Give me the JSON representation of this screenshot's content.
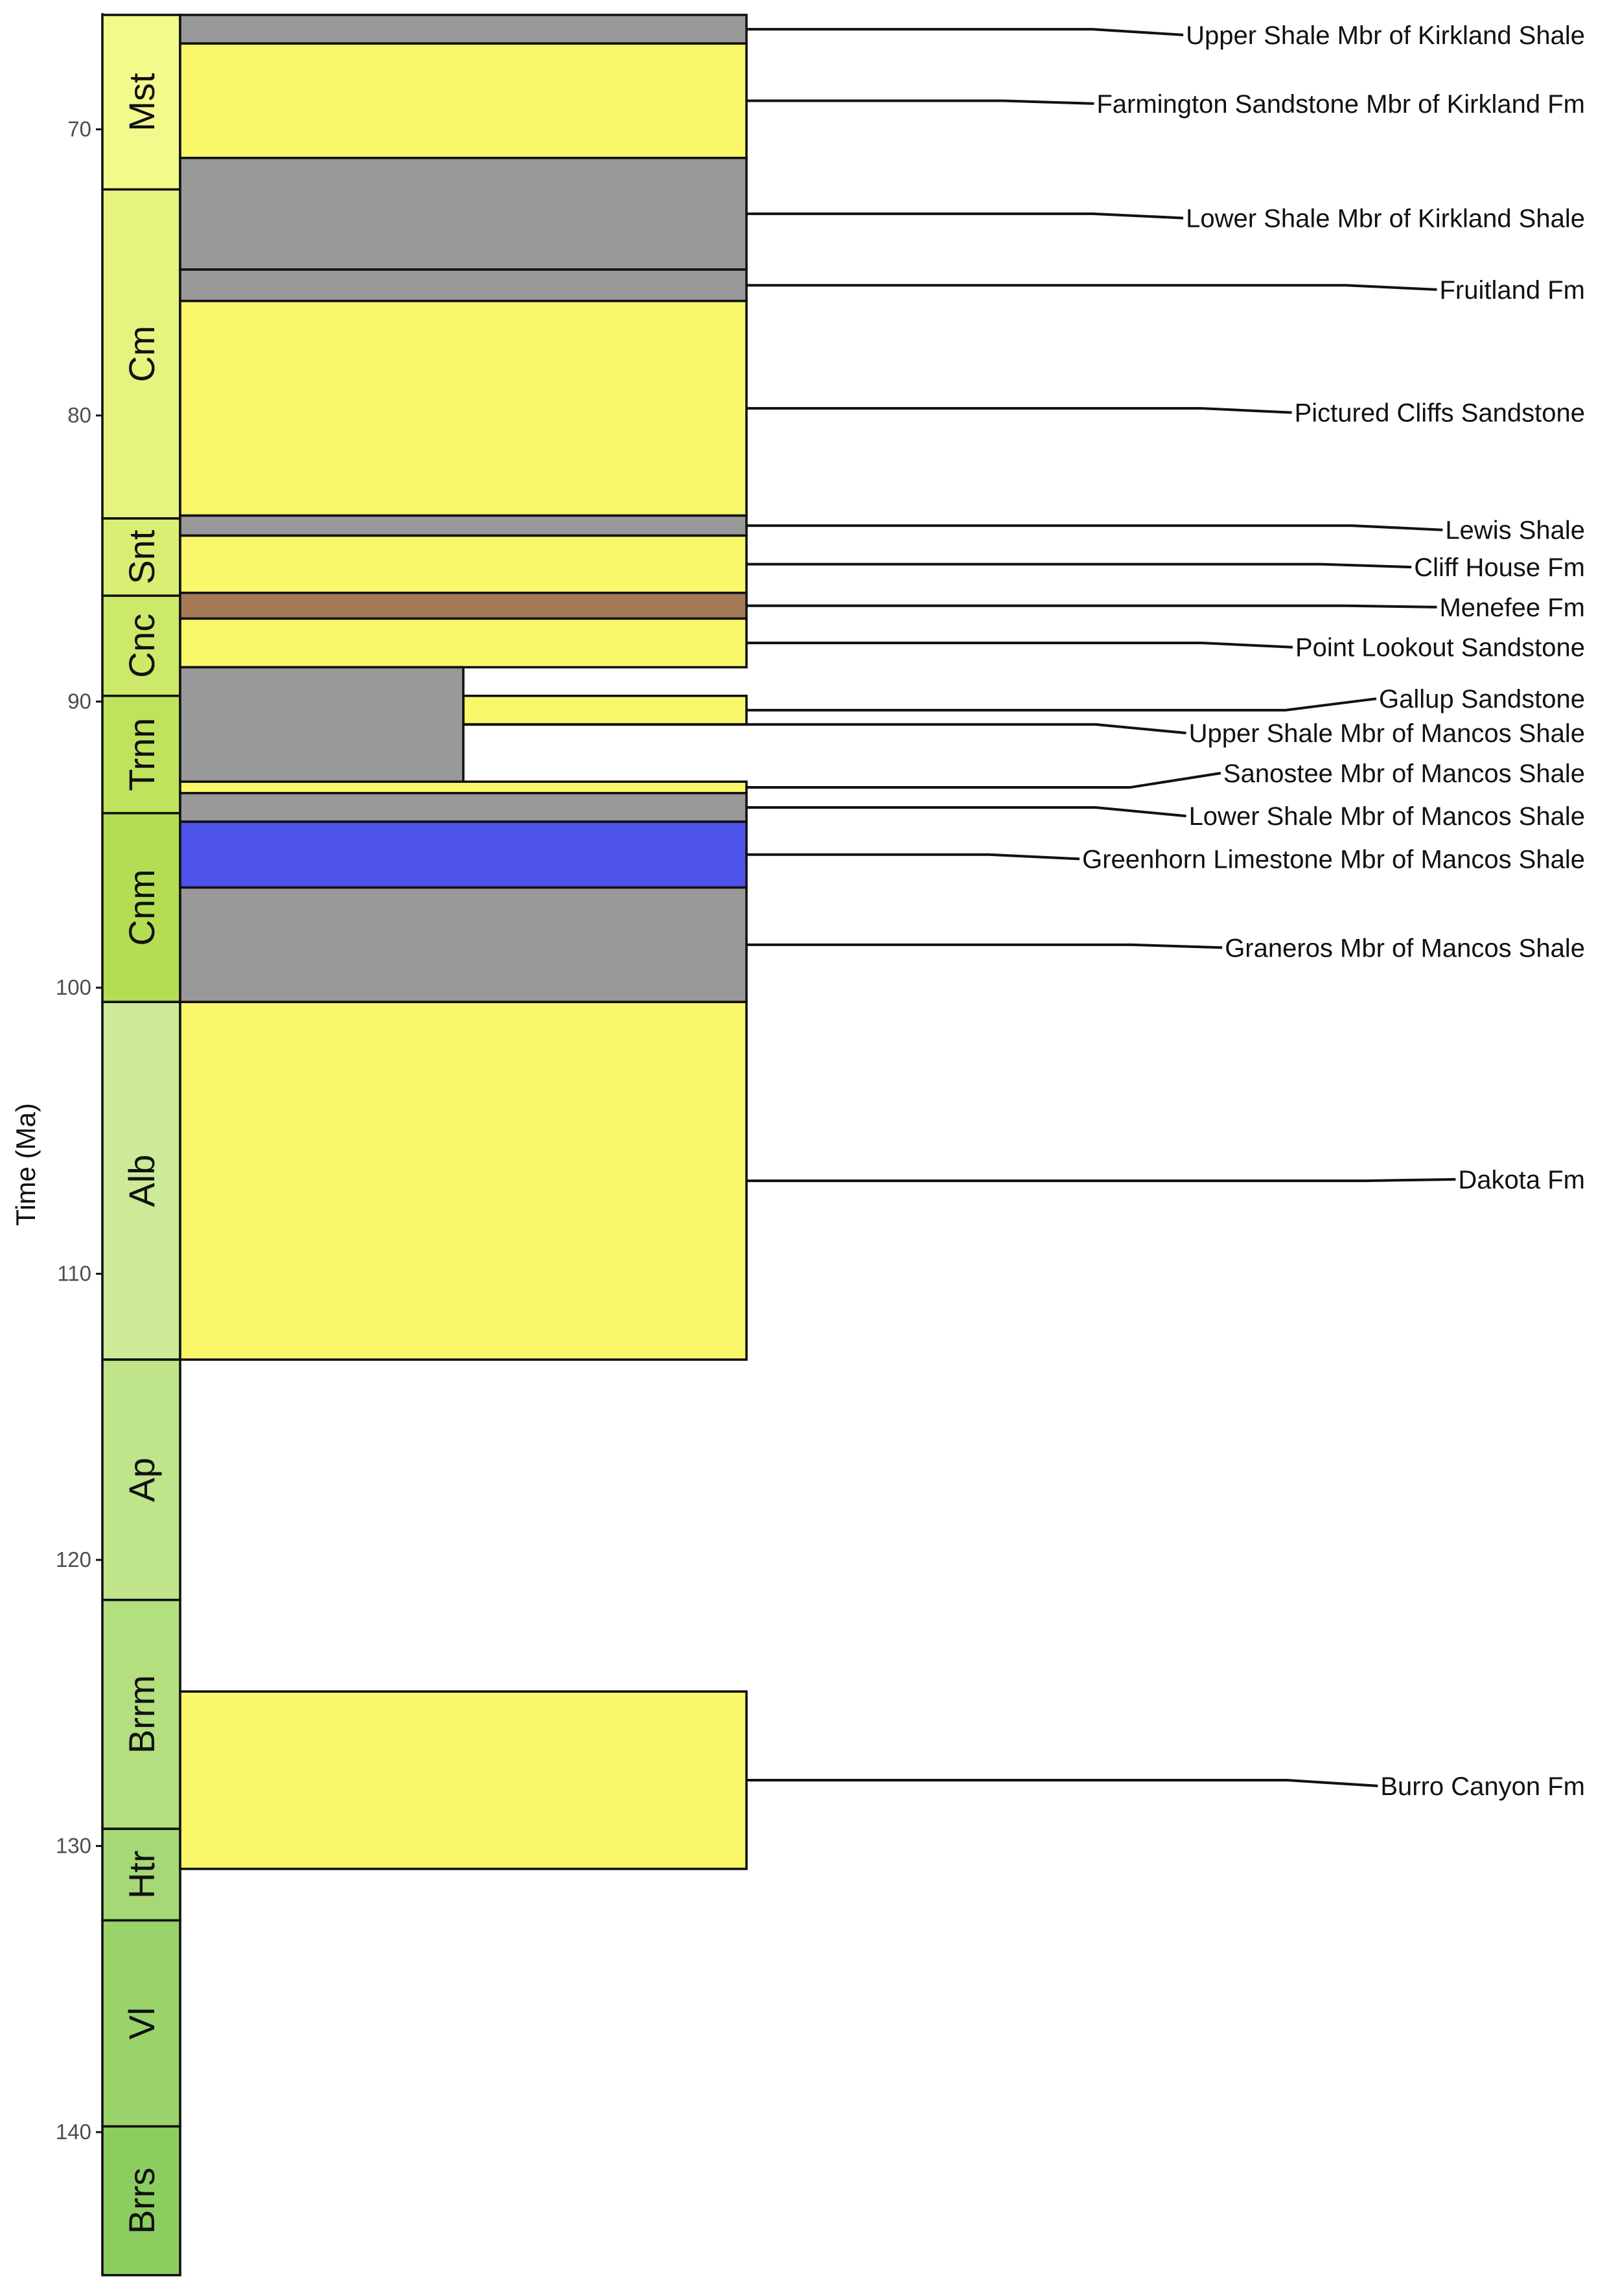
{
  "chart_data": {
    "type": "stratigraphic column",
    "title": "",
    "ylabel": "Time (Ma)",
    "ylim": [
      65.6,
      145.5
    ],
    "y_reversed": true,
    "yticks": [
      70,
      80,
      90,
      100,
      110,
      120,
      130,
      140
    ],
    "grid": false,
    "colors": {
      "shale": "#999999",
      "sandstone": "#fbf76b",
      "coal": "#a47b56",
      "limestone": "#4d52e8"
    },
    "stages": [
      {
        "label": "Mst",
        "top": 66.0,
        "base": 72.1,
        "color": "#f2fa8c"
      },
      {
        "label": "Cm",
        "top": 72.1,
        "base": 83.6,
        "color": "#e6f47f"
      },
      {
        "label": "Snt",
        "top": 83.6,
        "base": 86.3,
        "color": "#d9ef74"
      },
      {
        "label": "Cnc",
        "top": 86.3,
        "base": 89.8,
        "color": "#cce96a"
      },
      {
        "label": "Trnn",
        "top": 89.8,
        "base": 93.9,
        "color": "#bfe35d"
      },
      {
        "label": "Cnm",
        "top": 93.9,
        "base": 100.5,
        "color": "#b3de53"
      },
      {
        "label": "Alb",
        "top": 100.5,
        "base": 113.0,
        "color": "#ccea97"
      },
      {
        "label": "Ap",
        "top": 113.0,
        "base": 121.4,
        "color": "#bfe48a"
      },
      {
        "label": "Brrm",
        "top": 121.4,
        "base": 129.4,
        "color": "#b3df7f"
      },
      {
        "label": "Htr",
        "top": 129.4,
        "base": 132.6,
        "color": "#a6d975"
      },
      {
        "label": "Vl",
        "top": 132.6,
        "base": 139.8,
        "color": "#99d36a"
      },
      {
        "label": "Brrs",
        "top": 139.8,
        "base": 145.0,
        "color": "#8ccd60"
      }
    ],
    "units": [
      {
        "name": "Upper Shale Mbr of Kirkland Shale",
        "top": 66.0,
        "base": 67.0,
        "lithology": "shale",
        "width": 1.0,
        "label_y": 66.7
      },
      {
        "name": "Farmington Sandstone Mbr of Kirkland Fm",
        "top": 67.0,
        "base": 71.0,
        "lithology": "sandstone",
        "width": 1.0,
        "label_y": 69.1
      },
      {
        "name": "Lower Shale Mbr of Kirkland Shale",
        "top": 71.0,
        "base": 74.9,
        "lithology": "shale",
        "width": 1.0,
        "label_y": 73.1
      },
      {
        "name": "Fruitland Fm",
        "top": 74.9,
        "base": 76.0,
        "lithology": "shale",
        "width": 1.0,
        "label_y": 75.6
      },
      {
        "name": "Pictured Cliffs Sandstone",
        "top": 76.0,
        "base": 83.5,
        "lithology": "sandstone",
        "width": 1.0,
        "label_y": 79.9
      },
      {
        "name": "Lewis Shale",
        "top": 83.5,
        "base": 84.2,
        "lithology": "shale",
        "width": 1.0,
        "label_y": 84.0
      },
      {
        "name": "Cliff House Fm",
        "top": 84.2,
        "base": 86.2,
        "lithology": "sandstone",
        "width": 1.0,
        "label_y": 85.3
      },
      {
        "name": "Menefee Fm",
        "top": 86.2,
        "base": 87.1,
        "lithology": "coal",
        "width": 1.0,
        "label_y": 86.7
      },
      {
        "name": "Point Lookout Sandstone",
        "top": 87.1,
        "base": 88.8,
        "lithology": "sandstone",
        "width": 1.0,
        "label_y": 88.1
      },
      {
        "name": "Gallup Sandstone",
        "top": 89.8,
        "base": 90.8,
        "lithology": "sandstone",
        "x_from": 0.5,
        "width": 1.0,
        "label_y": 89.9
      },
      {
        "name": "Upper Shale Mbr of Mancos Shale",
        "top": 88.8,
        "base": 92.8,
        "lithology": "shale",
        "width": 0.5,
        "label_y": 91.1
      },
      {
        "name": "Sanostee Mbr of Mancos Shale",
        "top": 92.8,
        "base": 93.2,
        "lithology": "sandstone",
        "width": 1.0,
        "label_y": 92.5
      },
      {
        "name": "Lower Shale Mbr of Mancos Shale",
        "top": 93.2,
        "base": 94.2,
        "lithology": "shale",
        "width": 1.0,
        "label_y": 94.0
      },
      {
        "name": "Greenhorn Limestone Mbr of Mancos Shale",
        "top": 94.2,
        "base": 96.5,
        "lithology": "limestone",
        "width": 1.0,
        "label_y": 95.5
      },
      {
        "name": "Graneros Mbr of Mancos Shale",
        "top": 96.5,
        "base": 100.5,
        "lithology": "shale",
        "width": 1.0,
        "label_y": 98.6
      },
      {
        "name": "Dakota Fm",
        "top": 100.5,
        "base": 113.0,
        "lithology": "sandstone",
        "width": 1.0,
        "label_y": 106.7
      },
      {
        "name": "Burro Canyon Fm",
        "top": 124.6,
        "base": 130.8,
        "lithology": "sandstone",
        "width": 1.0,
        "label_y": 127.9
      }
    ]
  }
}
